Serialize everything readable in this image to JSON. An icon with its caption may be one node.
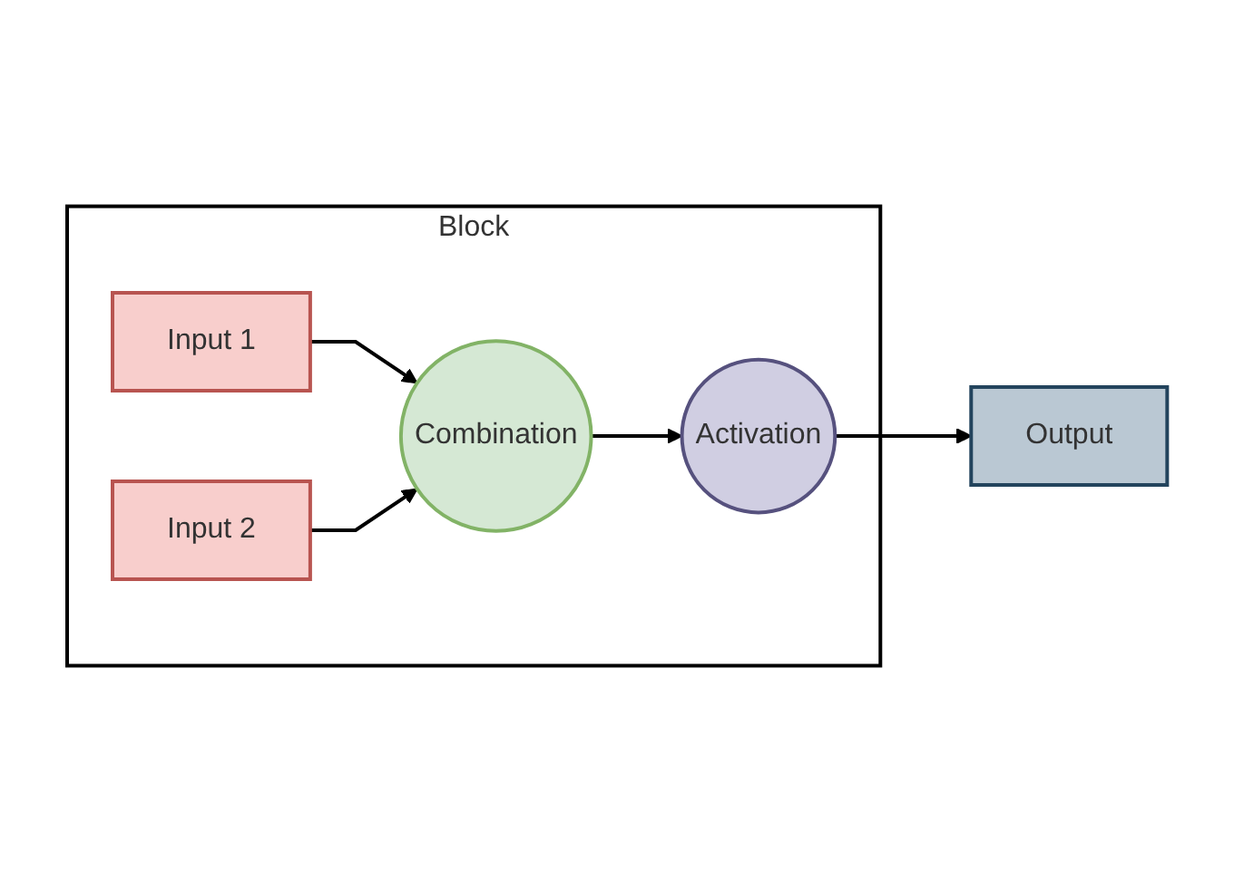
{
  "diagram": {
    "nodes": [
      {
        "text": [
          "Block"
        ]
      },
      {
        "text": [
          "Input 1"
        ],
        "in": 0
      },
      {
        "text": [
          "Input 2"
        ],
        "in": 0
      },
      {
        "text": [
          "Combination"
        ],
        "in": 0
      },
      {
        "text": [
          "Activation"
        ],
        "in": 0
      },
      {
        "text": [
          "Output"
        ]
      }
    ],
    "edges": [
      {
        "from": 1,
        "to": 3,
        "arrow": "to"
      },
      {
        "from": 2,
        "to": 3,
        "arrow": "to"
      },
      {
        "from": 3,
        "to": 4,
        "arrow": "to"
      },
      {
        "from": 4,
        "to": 5,
        "arrow": "to"
      }
    ]
  }
}
